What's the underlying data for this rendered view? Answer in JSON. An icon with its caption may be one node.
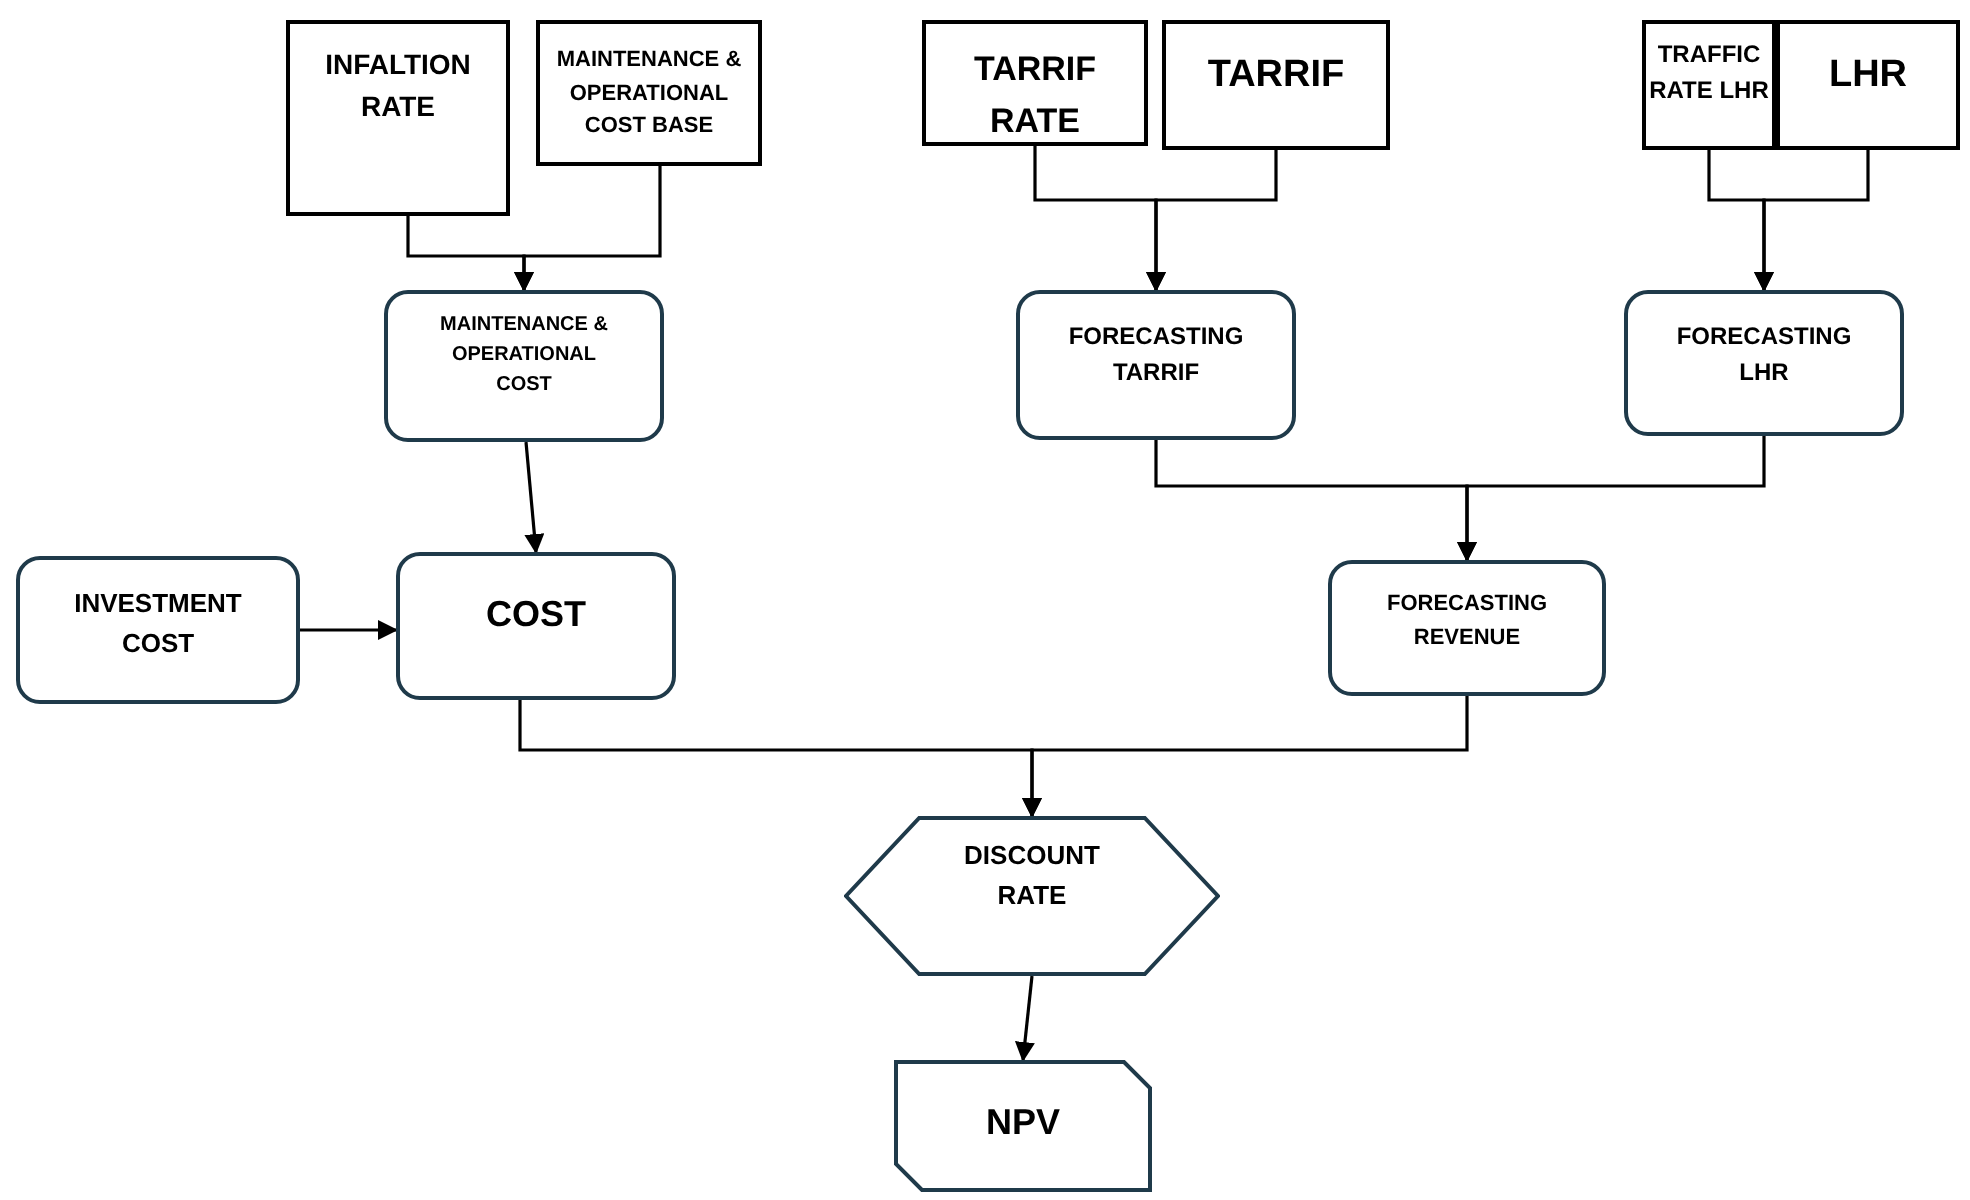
{
  "diagram": {
    "nodes": [
      {
        "text": [
          "INFALTION RATE"
        ]
      },
      {
        "text": [
          "MAINTENANCE & OPERATIONAL COST BASE"
        ]
      },
      {
        "text": [
          "TARRIF RATE"
        ]
      },
      {
        "text": [
          "TARRIF"
        ]
      },
      {
        "text": [
          "TRAFFIC RATE LHR"
        ]
      },
      {
        "text": [
          "LHR"
        ]
      },
      {
        "text": [
          "MAINTENANCE & OPERATIONAL COST"
        ]
      },
      {
        "text": [
          "FORECASTING TARRIF"
        ]
      },
      {
        "text": [
          "FORECASTING LHR"
        ]
      },
      {
        "text": [
          "INVESTMENT COST"
        ]
      },
      {
        "text": [
          "COST"
        ]
      },
      {
        "text": [
          "FORECASTING REVENUE"
        ]
      },
      {
        "text": [
          "DISCOUNT RATE"
        ]
      },
      {
        "text": [
          "NPV"
        ]
      }
    ],
    "edges": [
      {
        "from": 0,
        "to": 6,
        "arrow": "to"
      },
      {
        "from": 1,
        "to": 6,
        "arrow": "to"
      },
      {
        "from": 2,
        "to": 7,
        "arrow": "to"
      },
      {
        "from": 3,
        "to": 7,
        "arrow": "to"
      },
      {
        "from": 4,
        "to": 8,
        "arrow": "to"
      },
      {
        "from": 5,
        "to": 8,
        "arrow": "to"
      },
      {
        "from": 6,
        "to": 10,
        "arrow": "to"
      },
      {
        "from": 9,
        "to": 10,
        "arrow": "to"
      },
      {
        "from": 7,
        "to": 11,
        "arrow": "to"
      },
      {
        "from": 8,
        "to": 11,
        "arrow": "to"
      },
      {
        "from": 10,
        "to": 12,
        "arrow": "to"
      },
      {
        "from": 11,
        "to": 12,
        "arrow": "to"
      },
      {
        "from": 12,
        "to": 13,
        "arrow": "to"
      }
    ]
  }
}
